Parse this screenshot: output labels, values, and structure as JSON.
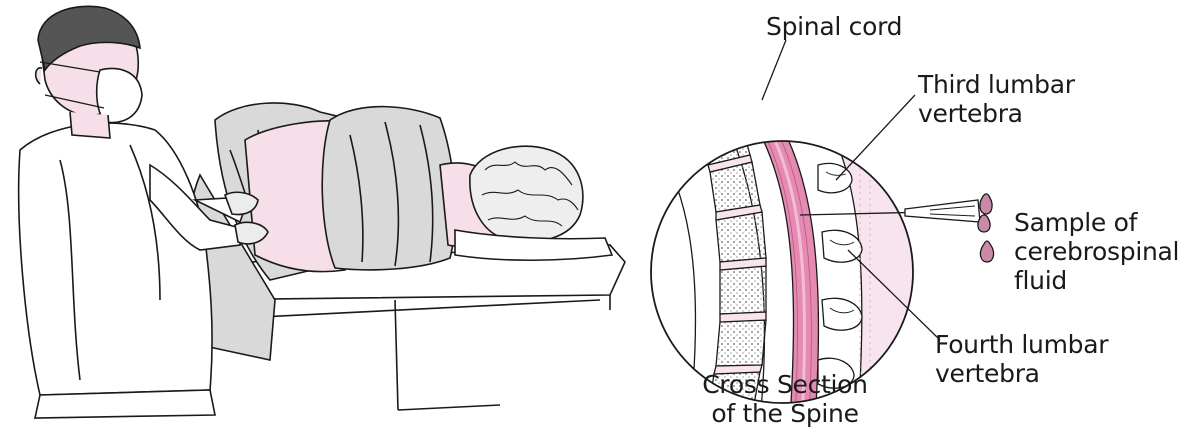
{
  "labels": {
    "spinal_cord": "Spinal cord",
    "third_lumbar": [
      "Third lumbar",
      "vertebra"
    ],
    "sample": [
      "Sample of",
      "cerebrospinal",
      "fluid"
    ],
    "fourth_lumbar": [
      "Fourth lumbar",
      "vertebra"
    ],
    "cross_section": [
      "Cross Section",
      "of the Spine"
    ]
  },
  "colors": {
    "skin": "#f6dfe9",
    "drape": "#d9d9d9",
    "cord": "#e58bb3",
    "cord_light": "#f2bcd3",
    "disc": "#f8e4ee",
    "bone_dot": "#8a8a8a",
    "fluid": "#c98aa8",
    "line": "#1a1a1a"
  },
  "icons": {
    "patient": "patient-lying-on-side",
    "clinician": "clinician-with-mask",
    "needle": "spinal-needle",
    "drops": "fluid-drops"
  }
}
